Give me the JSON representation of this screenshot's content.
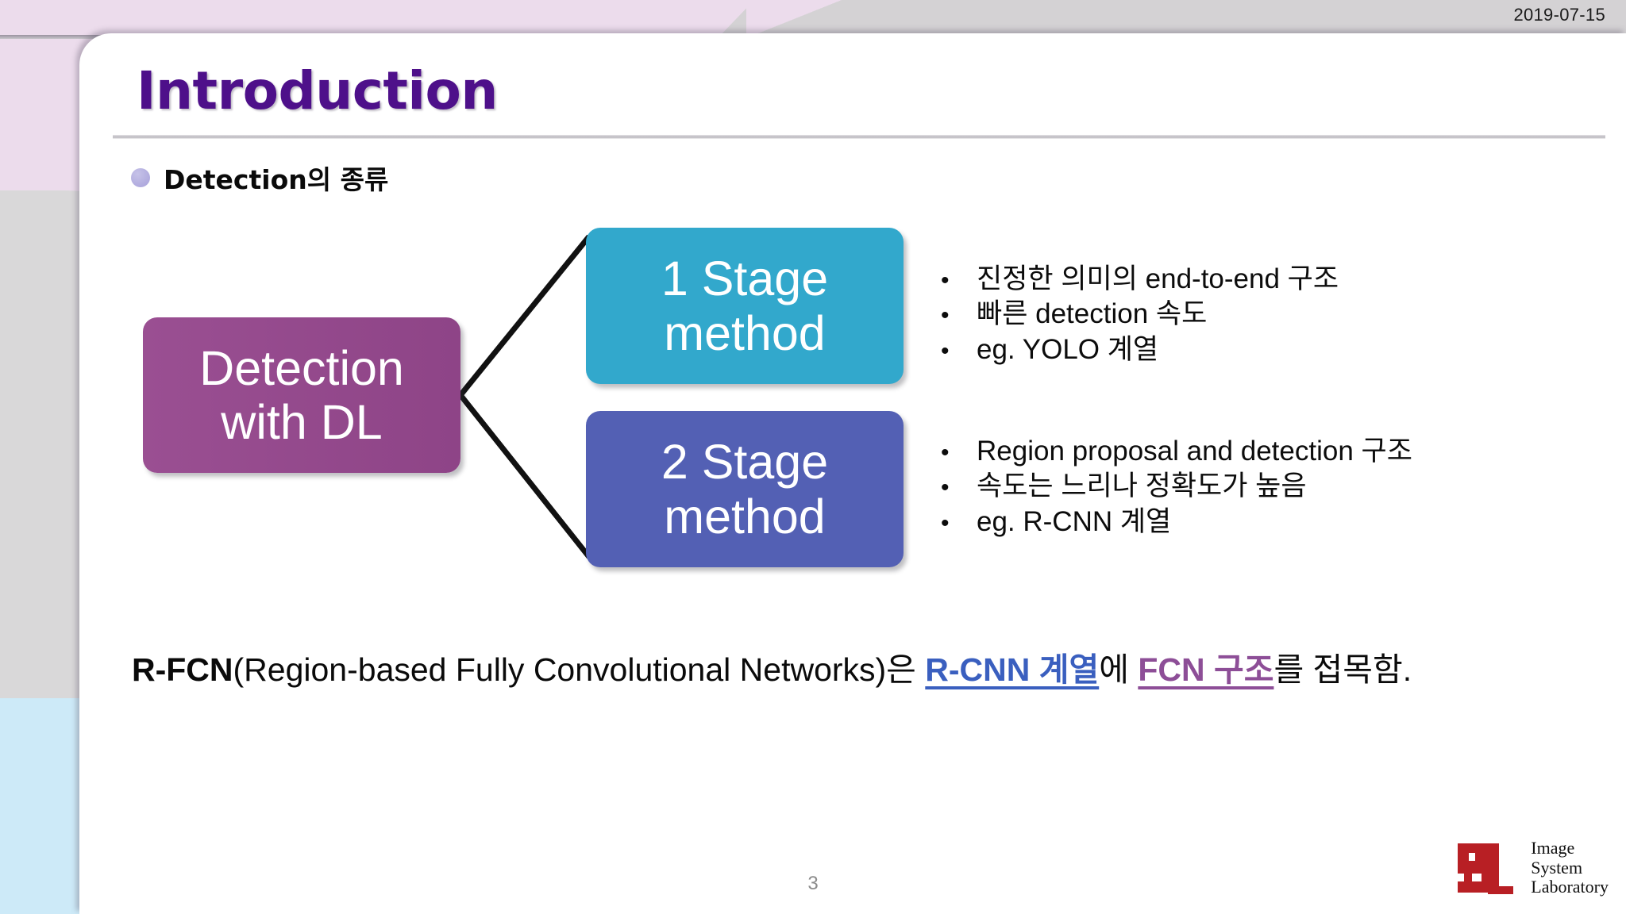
{
  "header": {
    "date": "2019-07-15"
  },
  "title": "Introduction",
  "subheading": "Detection의 종류",
  "diagram": {
    "root": {
      "line1": "Detection",
      "line2": "with DL",
      "color": "#8e4487"
    },
    "branches": [
      {
        "line1": "1 Stage",
        "line2": "method",
        "color": "#32a8cc"
      },
      {
        "line1": "2 Stage",
        "line2": "method",
        "color": "#5360b4"
      }
    ]
  },
  "bullet_marker": "•",
  "groups": [
    {
      "items": [
        "진정한 의미의 end-to-end 구조",
        "빠른 detection 속도",
        "eg. YOLO 계열"
      ]
    },
    {
      "items": [
        "Region proposal and detection 구조",
        "속도는 느리나 정확도가 높음",
        "eg. R-CNN 계열"
      ]
    }
  ],
  "bottom_sentence": {
    "bold_lead": "R-FCN",
    "part1": "(Region-based Fully Convolutional Networks)은 ",
    "link_blue": "R-CNN 계열",
    "part2": "에 ",
    "link_purple": "FCN 구조",
    "part3": "를 접목함."
  },
  "footer": {
    "page_number": "3",
    "logo": {
      "line1": "Image",
      "line2": "System",
      "line3": "Laboratory",
      "color": "#b81f24"
    }
  }
}
